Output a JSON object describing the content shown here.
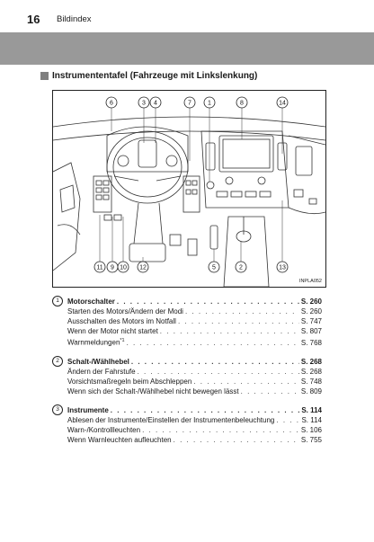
{
  "header": {
    "page_number": "16",
    "section": "Bildindex"
  },
  "title": "Instrumententafel (Fahrzeuge mit Linkslenkung)",
  "figure": {
    "code": "INPLA052",
    "callouts_top": [
      "6",
      "3",
      "4",
      "7",
      "1",
      "8",
      "14"
    ],
    "callouts_bottom": [
      "11",
      "9",
      "10",
      "12",
      "5",
      "2",
      "13"
    ]
  },
  "entries": [
    {
      "num": "1",
      "title": "Motorschalter",
      "page": "S. 260",
      "items": [
        {
          "label": "Starten des Motors/Ändern der Modi",
          "page": "S. 260"
        },
        {
          "label": "Ausschalten des Motors im Notfall",
          "page": "S. 747"
        },
        {
          "label": "Wenn der Motor nicht startet",
          "page": "S. 807"
        },
        {
          "label": "Warnmeldungen",
          "sup": "*1",
          "page": "S. 768"
        }
      ]
    },
    {
      "num": "2",
      "title": "Schalt-/Wählhebel",
      "page": "S. 268",
      "items": [
        {
          "label": "Ändern der Fahrstufe",
          "page": "S. 268"
        },
        {
          "label": "Vorsichtsmaßregeln beim Abschleppen",
          "page": "S. 748"
        },
        {
          "label": "Wenn sich der Schalt-/Wählhebel nicht bewegen lässt",
          "page": "S. 809"
        }
      ]
    },
    {
      "num": "3",
      "title": "Instrumente",
      "page": "S. 114",
      "items": [
        {
          "label": "Ablesen der Instrumente/Einstellen der Instrumentenbeleuchtung",
          "page": "S. 114"
        },
        {
          "label": "Warn-/Kontrollleuchten",
          "page": "S. 106"
        },
        {
          "label": "Wenn Warnleuchten aufleuchten",
          "page": "S. 755"
        }
      ]
    }
  ]
}
